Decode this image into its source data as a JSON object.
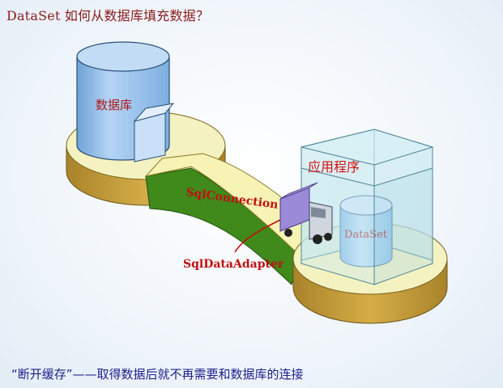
{
  "title": "DataSet 如何从数据库填充数据？",
  "diagram": {
    "database_label": "数据库",
    "app_label": "应用程序",
    "dataset_label": "DataSet",
    "connection_label": "SqlConnection",
    "adapter_label": "SqlDataAdapter"
  },
  "caption": "“断开缓存”——取得数据后就不再需要和数据库的连接",
  "colors": {
    "title": "#8b1a1a",
    "caption": "#1c1e8c",
    "platform_top": "#f4f2c0",
    "platform_side": "#c8a23a",
    "bridge_side": "#3f8a1a",
    "cylinder": "#9fc7f0",
    "app_box": "#bfe6ec",
    "label_red": "#c01010"
  }
}
